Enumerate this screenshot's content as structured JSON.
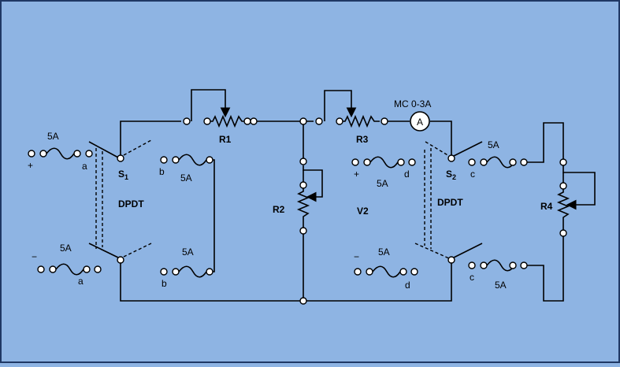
{
  "labels": {
    "fuse_rating": "5A",
    "plus": "+",
    "minus": "−",
    "term_a": "a",
    "term_b": "b",
    "term_c": "c",
    "term_d": "d",
    "s1": "S",
    "s1_sub": "1",
    "s2": "S",
    "s2_sub": "2",
    "dpdt": "DPDT",
    "r1": "R1",
    "r2": "R2",
    "r3": "R3",
    "r4": "R4",
    "v2": "V2",
    "ammeter_label": "MC 0-3A",
    "ammeter_symbol": "A"
  },
  "colors": {
    "background": "#8eb4e3",
    "border": "#1f3864",
    "wire": "#000000",
    "terminal_fill": "#ffffff"
  }
}
